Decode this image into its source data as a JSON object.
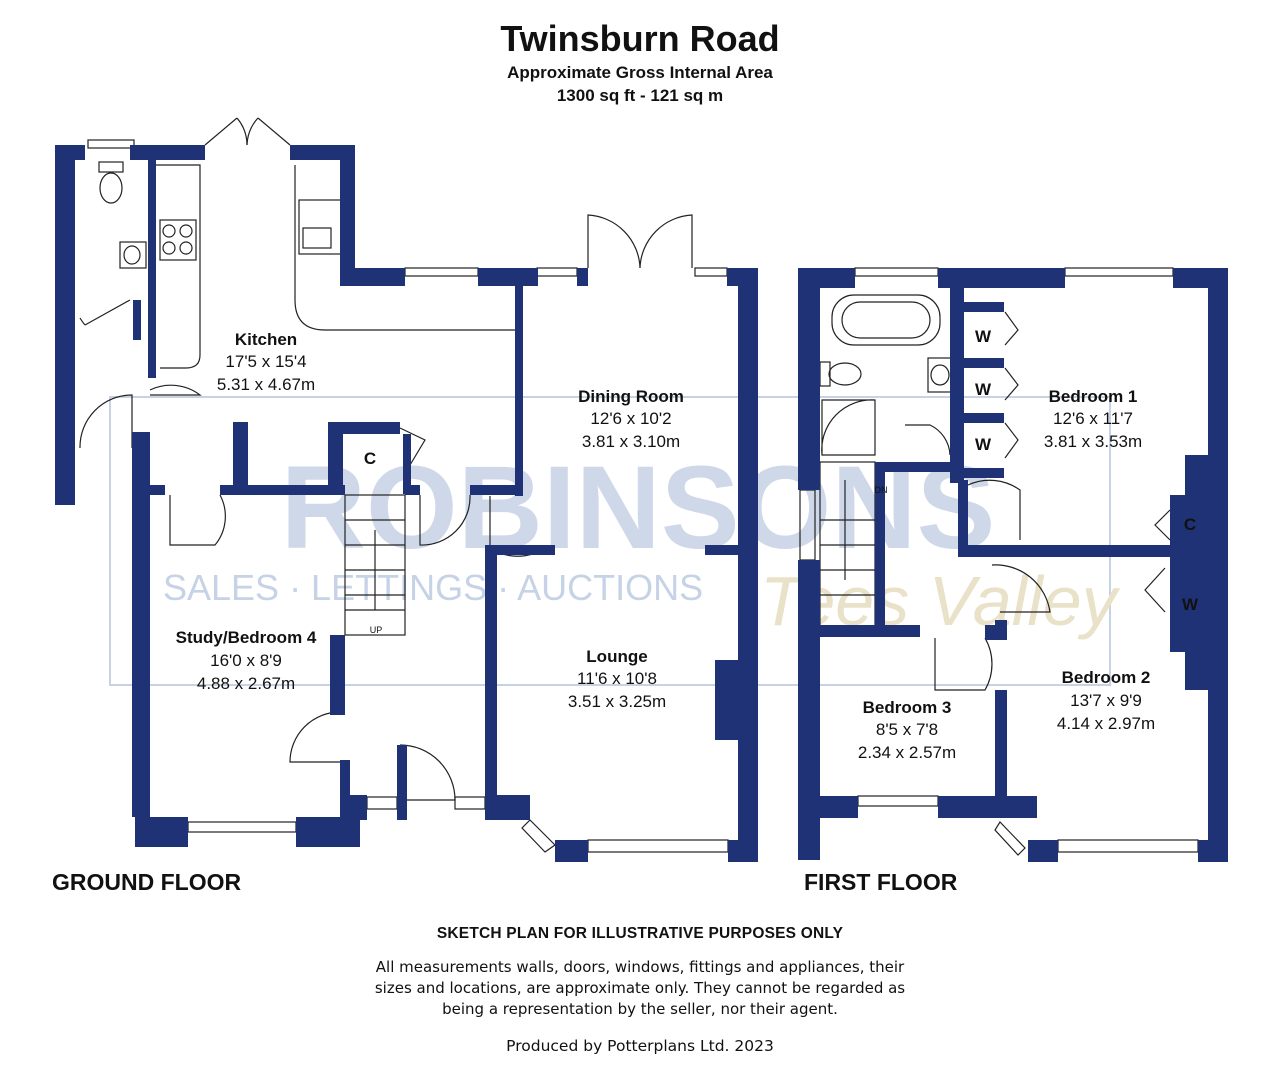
{
  "header": {
    "title": "Twinsburn Road",
    "area_label": "Approximate Gross Internal Area",
    "area_value": "1300 sq ft - 121 sq m"
  },
  "watermark": {
    "brand": "ROBINSONS",
    "tagline": "SALES · LETTINGS · AUCTIONS",
    "region": "Tees Valley"
  },
  "floors": {
    "ground": {
      "label": "GROUND FLOOR",
      "rooms": [
        {
          "name": "Kitchen",
          "imperial": "17'5 x 15'4",
          "metric": "5.31 x 4.67m"
        },
        {
          "name": "Dining Room",
          "imperial": "12'6 x 10'2",
          "metric": "3.81 x 3.10m"
        },
        {
          "name": "Study/Bedroom 4",
          "imperial": "16'0 x 8'9",
          "metric": "4.88 x 2.67m"
        },
        {
          "name": "Lounge",
          "imperial": "11'6 x 10'8",
          "metric": "3.51 x 3.25m"
        }
      ],
      "marks": {
        "cupboard": "C",
        "stairs_up": "UP"
      }
    },
    "first": {
      "label": "FIRST FLOOR",
      "rooms": [
        {
          "name": "Bedroom 1",
          "imperial": "12'6 x 11'7",
          "metric": "3.81 x 3.53m"
        },
        {
          "name": "Bedroom 2",
          "imperial": "13'7 x 9'9",
          "metric": "4.14 x 2.97m"
        },
        {
          "name": "Bedroom 3",
          "imperial": "8'5 x 7'8",
          "metric": "2.34 x 2.57m"
        }
      ],
      "marks": {
        "wardrobe": "W",
        "cupboard": "C",
        "stairs_down": "DN"
      }
    }
  },
  "disclaimer": {
    "title": "SKETCH PLAN FOR ILLUSTRATIVE PURPOSES ONLY",
    "line1": "All measurements walls, doors, windows, fittings and appliances, their",
    "line2": "sizes and locations, are approximate only. They cannot be regarded as",
    "line3": "being a representation by the seller, nor their agent."
  },
  "producer": "Produced by Potterplans Ltd. 2023",
  "colors": {
    "wall": "#1f3276",
    "watermark_blue": "#c6d2e6",
    "watermark_gold": "#e9e2c9"
  }
}
